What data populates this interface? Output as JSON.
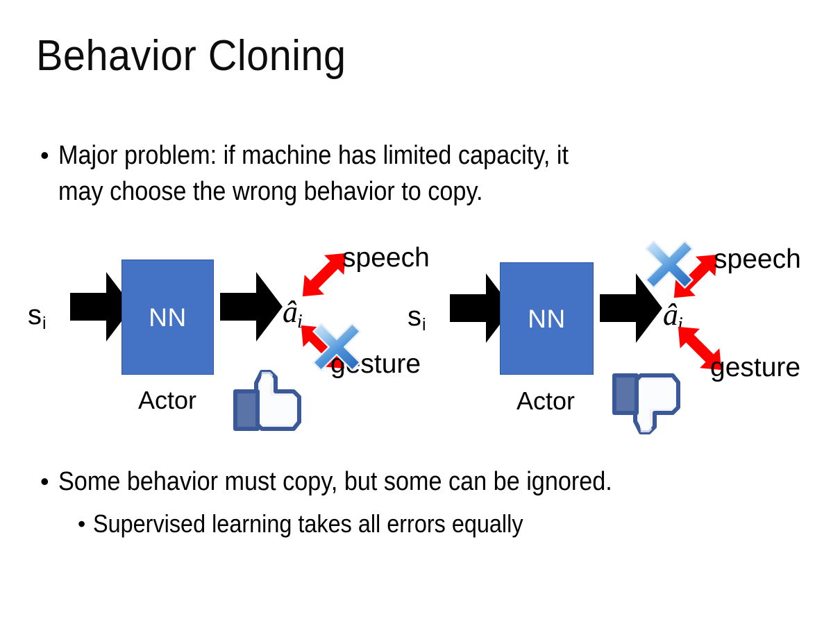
{
  "slide": {
    "title": "Behavior Cloning",
    "background_color": "#FFFFFF"
  },
  "bullets": [
    {
      "marker": "•",
      "level": 1,
      "text": "Major problem: if machine has limited capacity, it\nmay choose the wrong behavior to copy."
    },
    {
      "marker": "•",
      "level": 1,
      "text": "Some behavior must copy, but some can be ignored."
    },
    {
      "marker": "•",
      "level": 2,
      "text": "Supervised learning takes all errors equally"
    }
  ],
  "diagrams": [
    {
      "id": "left",
      "state_label": "s",
      "state_subscript": "i",
      "nn_label": "NN",
      "actor_label": "Actor",
      "action_label": "â",
      "action_subscript": "i",
      "outputs": [
        {
          "label": "speech",
          "crossed_out": false
        },
        {
          "label": "gesture",
          "crossed_out": true
        }
      ],
      "feedback_icon": "thumbs-up-icon",
      "feedback": "positive"
    },
    {
      "id": "right",
      "state_label": "s",
      "state_subscript": "i",
      "nn_label": "NN",
      "actor_label": "Actor",
      "action_label": "â",
      "action_subscript": "i",
      "outputs": [
        {
          "label": "speech",
          "crossed_out": true
        },
        {
          "label": "gesture",
          "crossed_out": false
        }
      ],
      "feedback_icon": "thumbs-down-icon",
      "feedback": "negative"
    }
  ],
  "colors": {
    "nn_box_fill": "#4472C4",
    "nn_box_border": "#2E5597",
    "arrow_black": "#000000",
    "arrow_red": "#FF0000",
    "cross_blue": "#4E94DA",
    "thumb_blue": "#3B5998",
    "text": "#000000"
  }
}
